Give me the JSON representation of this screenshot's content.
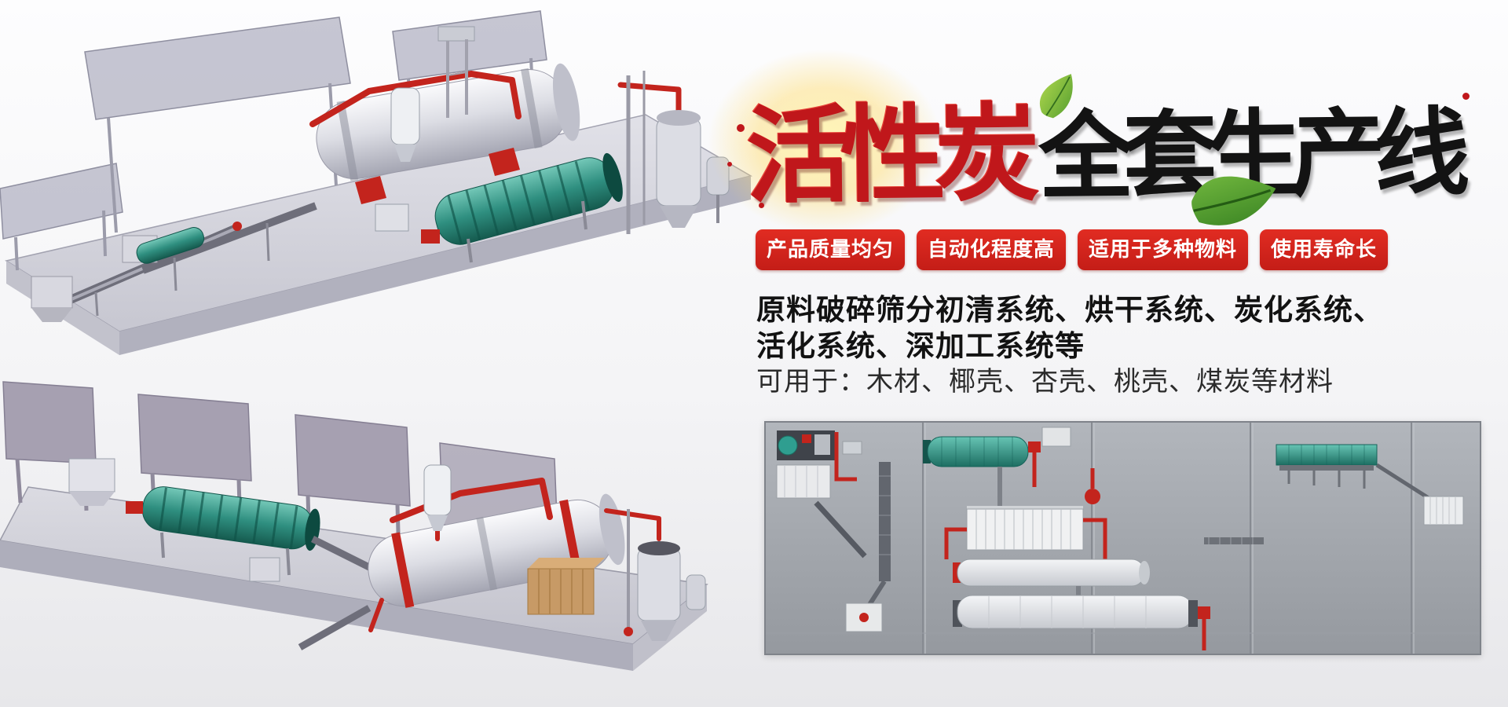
{
  "banner": {
    "title": {
      "red_text": "活性炭",
      "black_text": "全套生产线"
    },
    "badges": [
      {
        "label": "产品质量均匀"
      },
      {
        "label": "自动化程度高"
      },
      {
        "label": "适用于多种物料"
      },
      {
        "label": "使用寿命长"
      }
    ],
    "description": {
      "line1": "原料破碎筛分初清系统、烘干系统、炭化系统、",
      "line2": "活化系统、深加工系统等",
      "line3": "可用于：木材、椰壳、杏壳、桃壳、煤炭等材料"
    },
    "colors": {
      "title_red": "#c0171b",
      "badge_red": "#d2241e",
      "pipe_red": "#c3241d",
      "machine_teal": "#2f8f80",
      "panel_gray": "#a4a8ae",
      "leaf_green": "#5fa832"
    }
  }
}
